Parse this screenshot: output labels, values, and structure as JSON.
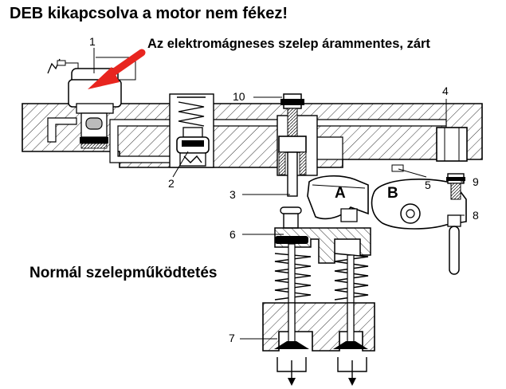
{
  "heading": "DEB kikapcsolva a motor nem fékez!",
  "note": "Az elektromágneses szelep árammentes, zárt",
  "caption": "Normál szelepműködtetés",
  "callouts": [
    "1",
    "2",
    "3",
    "4",
    "5",
    "6",
    "7",
    "8",
    "9",
    "10"
  ],
  "lever_labels": [
    "A",
    "B"
  ],
  "colors": {
    "arrow": "#e8251f",
    "ink": "#000000",
    "shading": "#d9d9d9",
    "paper": "#ffffff"
  }
}
